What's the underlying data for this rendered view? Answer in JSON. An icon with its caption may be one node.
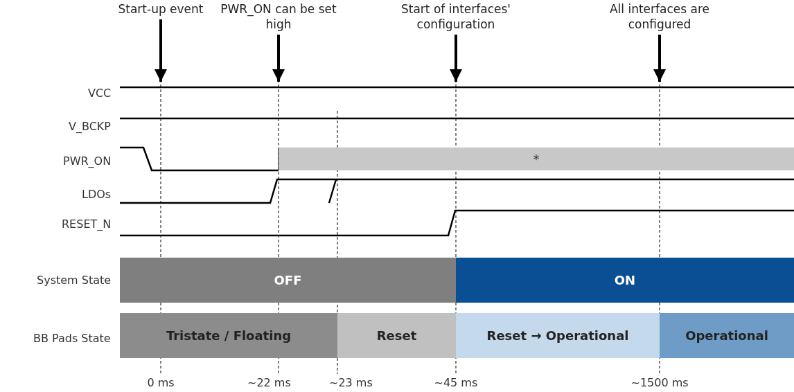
{
  "diagram": {
    "nodes": [
      {
        "text": [
          "Start-up event"
        ]
      },
      {
        "text": [
          "PWR_ON can be set high"
        ]
      },
      {
        "text": [
          "Start of interfaces' configuration"
        ]
      },
      {
        "text": [
          "All interfaces are configured"
        ]
      },
      {
        "text": [
          "*"
        ]
      },
      {
        "text": [
          "OFF"
        ]
      },
      {
        "text": [
          "ON"
        ]
      },
      {
        "text": [
          "Tristate / Floating"
        ]
      },
      {
        "text": [
          "Reset"
        ]
      },
      {
        "text": [
          "Reset → Operational"
        ]
      },
      {
        "text": [
          "Operational"
        ]
      }
    ],
    "edges": [
      {
        "from": 0,
        "to": null,
        "arrow": "to"
      },
      {
        "from": 1,
        "to": null,
        "arrow": "to"
      },
      {
        "from": 2,
        "to": null,
        "arrow": "to"
      },
      {
        "from": 3,
        "to": null,
        "arrow": "to"
      }
    ],
    "labels": [
      "VCC",
      "V_BCKP",
      "PWR_ON",
      "LDOs",
      "RESET_N",
      "System State",
      "BB Pads State",
      "0 ms",
      "~22 ms",
      "~23 ms",
      "~45 ms",
      "~1500 ms"
    ]
  }
}
